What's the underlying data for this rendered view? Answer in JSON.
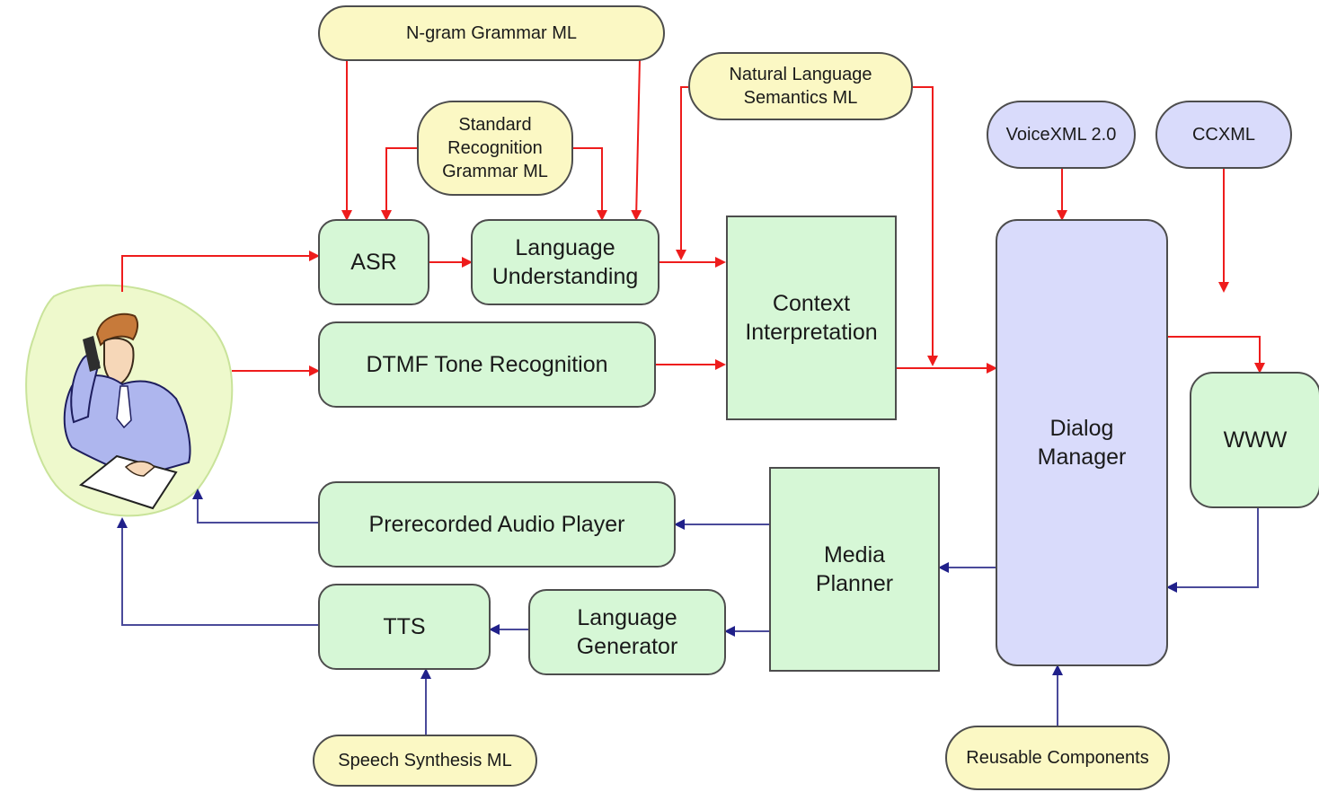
{
  "colors": {
    "input_arrow": "#ee1c1c",
    "output_arrow": "#4a4a9a",
    "output_arrowhead": "#20208a",
    "markup_fill": "#fbf8c4",
    "component_fill": "#d6f7d6",
    "standard_fill": "#d9dbfb"
  },
  "markup_languages": {
    "ngram": "N-gram Grammar ML",
    "srgs": "Standard\nRecognition\nGrammar ML",
    "nlsml": "Natural Language\nSemantics ML",
    "ssml": "Speech Synthesis ML",
    "voicexml": "VoiceXML 2.0",
    "ccxml": "CCXML",
    "reusable": "Reusable Components"
  },
  "components": {
    "asr": "ASR",
    "lu": "Language\nUnderstanding",
    "dtmf": "DTMF Tone Recognition",
    "context": "Context\nInterpretation",
    "dialog": "Dialog\nManager",
    "www": "WWW",
    "audio_player": "Prerecorded Audio Player",
    "media_planner": "Media\nPlanner",
    "tts": "TTS",
    "lang_gen": "Language\nGenerator"
  },
  "user_illustration": "person-on-phone"
}
